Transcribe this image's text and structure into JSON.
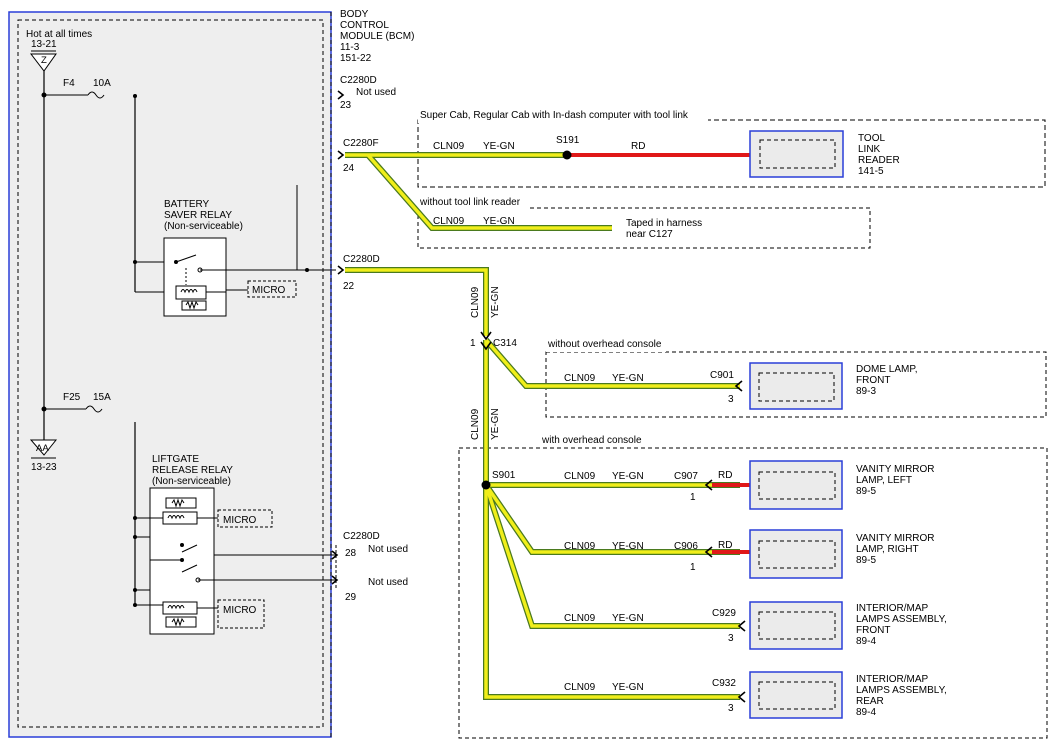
{
  "colors": {
    "wire_yellow": "#f0ee1a",
    "wire_green": "#4a7a1e",
    "wire_red": "#e01818",
    "module_border": "#2a3fd8",
    "module_fill": "#eeeeee",
    "component_border": "#2a3fd8"
  },
  "bcm": {
    "title": [
      "BODY",
      "CONTROL",
      "MODULE (BCM)",
      "11-3",
      "151-22"
    ],
    "hot_at_all_times": "Hot at all times",
    "hot_ref": "13-21",
    "hot_symbol": "Z",
    "ground_symbol": "AA",
    "ground_ref": "13-23",
    "fuse_f4": "F4",
    "fuse_f4_rating": "10A",
    "fuse_f25": "F25",
    "fuse_f25_rating": "15A",
    "battery_relay": [
      "BATTERY",
      "SAVER RELAY",
      "(Non-serviceable)"
    ],
    "liftgate_relay": [
      "LIFTGATE",
      "RELEASE RELAY",
      "(Non-serviceable)"
    ],
    "micro_label": "MICRO"
  },
  "connectors": {
    "c2280d_top": {
      "name": "C2280D",
      "pin": "23",
      "note": "Not used"
    },
    "c2280f": {
      "name": "C2280F",
      "pin": "24"
    },
    "c2280d_mid": {
      "name": "C2280D",
      "pin": "22"
    },
    "c2280d_bot": {
      "name": "C2280D",
      "pin1": "28",
      "pin2": "29",
      "note1": "Not used",
      "note2": "Not used"
    }
  },
  "groups": {
    "tool_link": "Super Cab, Regular Cab with In-dash computer with tool link",
    "without_tool_link": "without tool link reader",
    "without_overhead": "without overhead console",
    "with_overhead": "with overhead console"
  },
  "wires": {
    "circuit": "CLN09",
    "color": "YE-GN",
    "red": "RD"
  },
  "splices": {
    "s191": "S191",
    "c314": "C314",
    "c314_pin": "1",
    "s901": "S901"
  },
  "taped": [
    "Taped in harness",
    "near C127"
  ],
  "components": {
    "tool_link": {
      "label": [
        "TOOL",
        "LINK",
        "READER",
        "141-5"
      ]
    },
    "dome": {
      "connector": "C901",
      "pin": "3",
      "label": [
        "DOME LAMP,",
        "FRONT",
        "89-3"
      ]
    },
    "vanity_left": {
      "connector": "C907",
      "pin": "1",
      "label": [
        "VANITY MIRROR",
        "LAMP, LEFT",
        "89-5"
      ]
    },
    "vanity_right": {
      "connector": "C906",
      "pin": "1",
      "label": [
        "VANITY MIRROR",
        "LAMP, RIGHT",
        "89-5"
      ]
    },
    "interior_front": {
      "connector": "C929",
      "pin": "3",
      "label": [
        "INTERIOR/MAP",
        "LAMPS ASSEMBLY,",
        "FRONT",
        "89-4"
      ]
    },
    "interior_rear": {
      "connector": "C932",
      "pin": "3",
      "label": [
        "INTERIOR/MAP",
        "LAMPS ASSEMBLY,",
        "REAR",
        "89-4"
      ]
    }
  }
}
